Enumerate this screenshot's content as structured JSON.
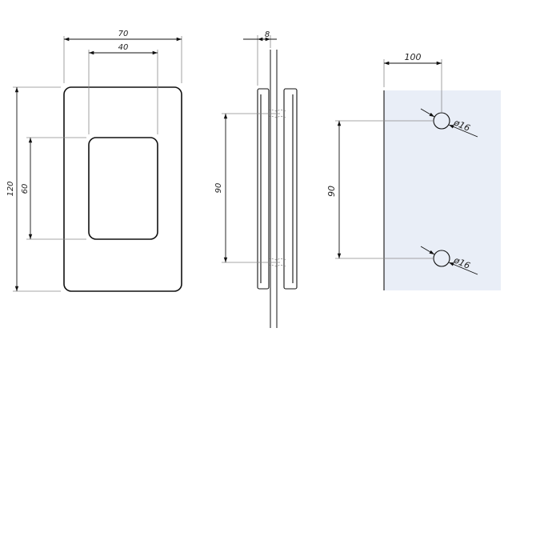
{
  "front_view": {
    "dim_width_outer": "70",
    "dim_width_inner": "40",
    "dim_height_outer": "120",
    "dim_height_inner": "60"
  },
  "side_view": {
    "dim_thickness": "8",
    "dim_hole_spacing": "90"
  },
  "cutout_view": {
    "dim_edge_distance": "100",
    "dim_hole_spacing": "90",
    "dim_hole_diameter_top": "ø16",
    "dim_hole_diameter_bottom": "ø16",
    "glass_fill_color": "#e9eef7"
  }
}
